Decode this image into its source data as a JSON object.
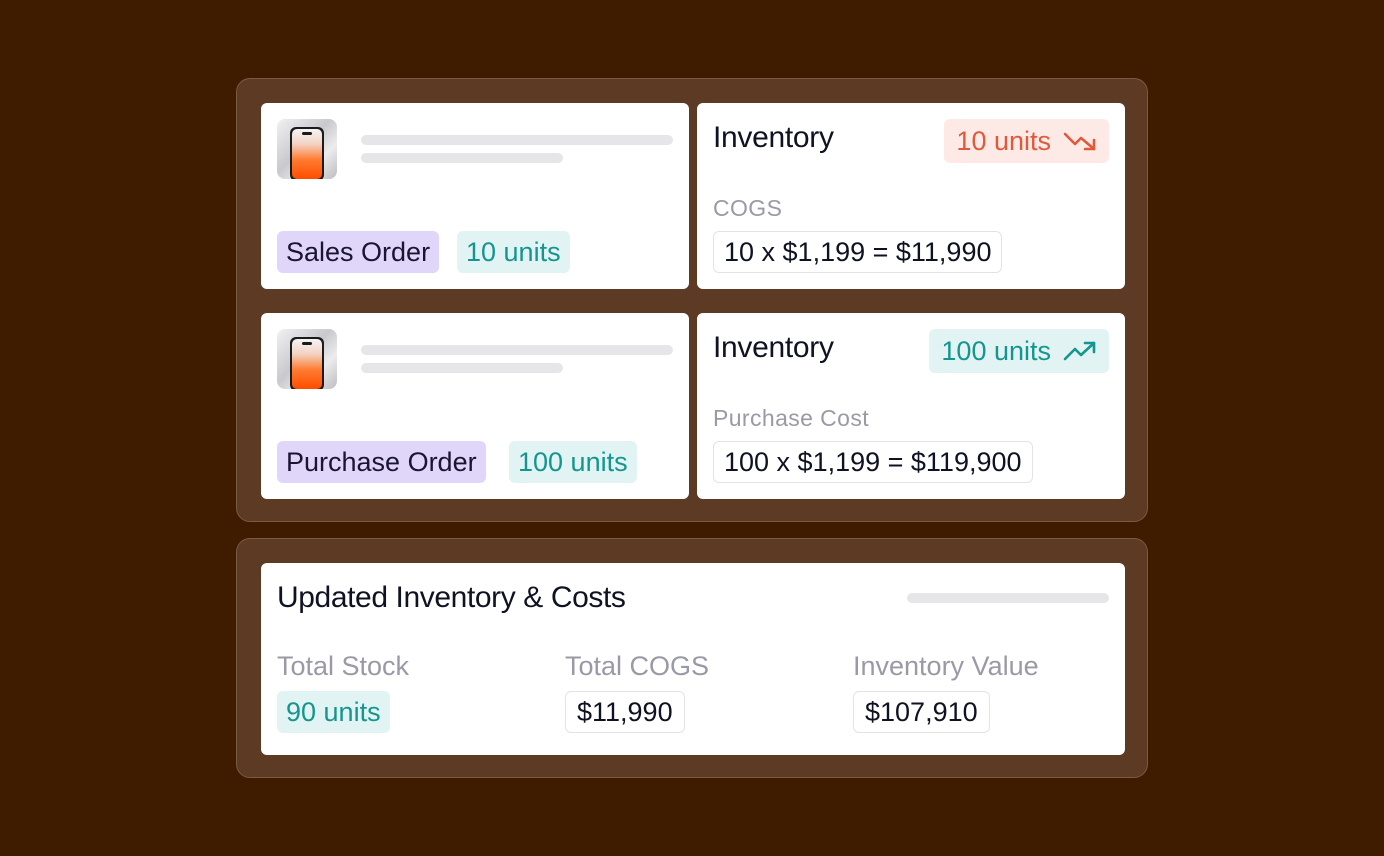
{
  "sales_order": {
    "order_label": "Sales Order",
    "order_units": "10 units",
    "inventory_title": "Inventory",
    "inventory_change": "10 units",
    "trend": "down",
    "cost_label": "COGS",
    "cost_formula": "10 x $1,199 = $11,990"
  },
  "purchase_order": {
    "order_label": "Purchase Order",
    "order_units": "100 units",
    "inventory_title": "Inventory",
    "inventory_change": "100 units",
    "trend": "up",
    "cost_label": "Purchase Cost",
    "cost_formula": "100 x $1,199 = $119,900"
  },
  "summary": {
    "title": "Updated Inventory & Costs",
    "total_stock_label": "Total Stock",
    "total_stock_value": "90 units",
    "total_cogs_label": "Total COGS",
    "total_cogs_value": "$11,990",
    "inventory_value_label": "Inventory Value",
    "inventory_value_value": "$107,910"
  },
  "colors": {
    "background": "#3f1c00",
    "panel": "#5c3a24",
    "teal": "#15958f",
    "teal_bg": "#e1f3f2",
    "purple_bg": "#e0d6fa",
    "red": "#e0593a",
    "red_bg": "#fdeae6"
  },
  "icons": {
    "product": "smartphone-thumbnail",
    "trend_down": "trending-down-icon",
    "trend_up": "trending-up-icon"
  }
}
